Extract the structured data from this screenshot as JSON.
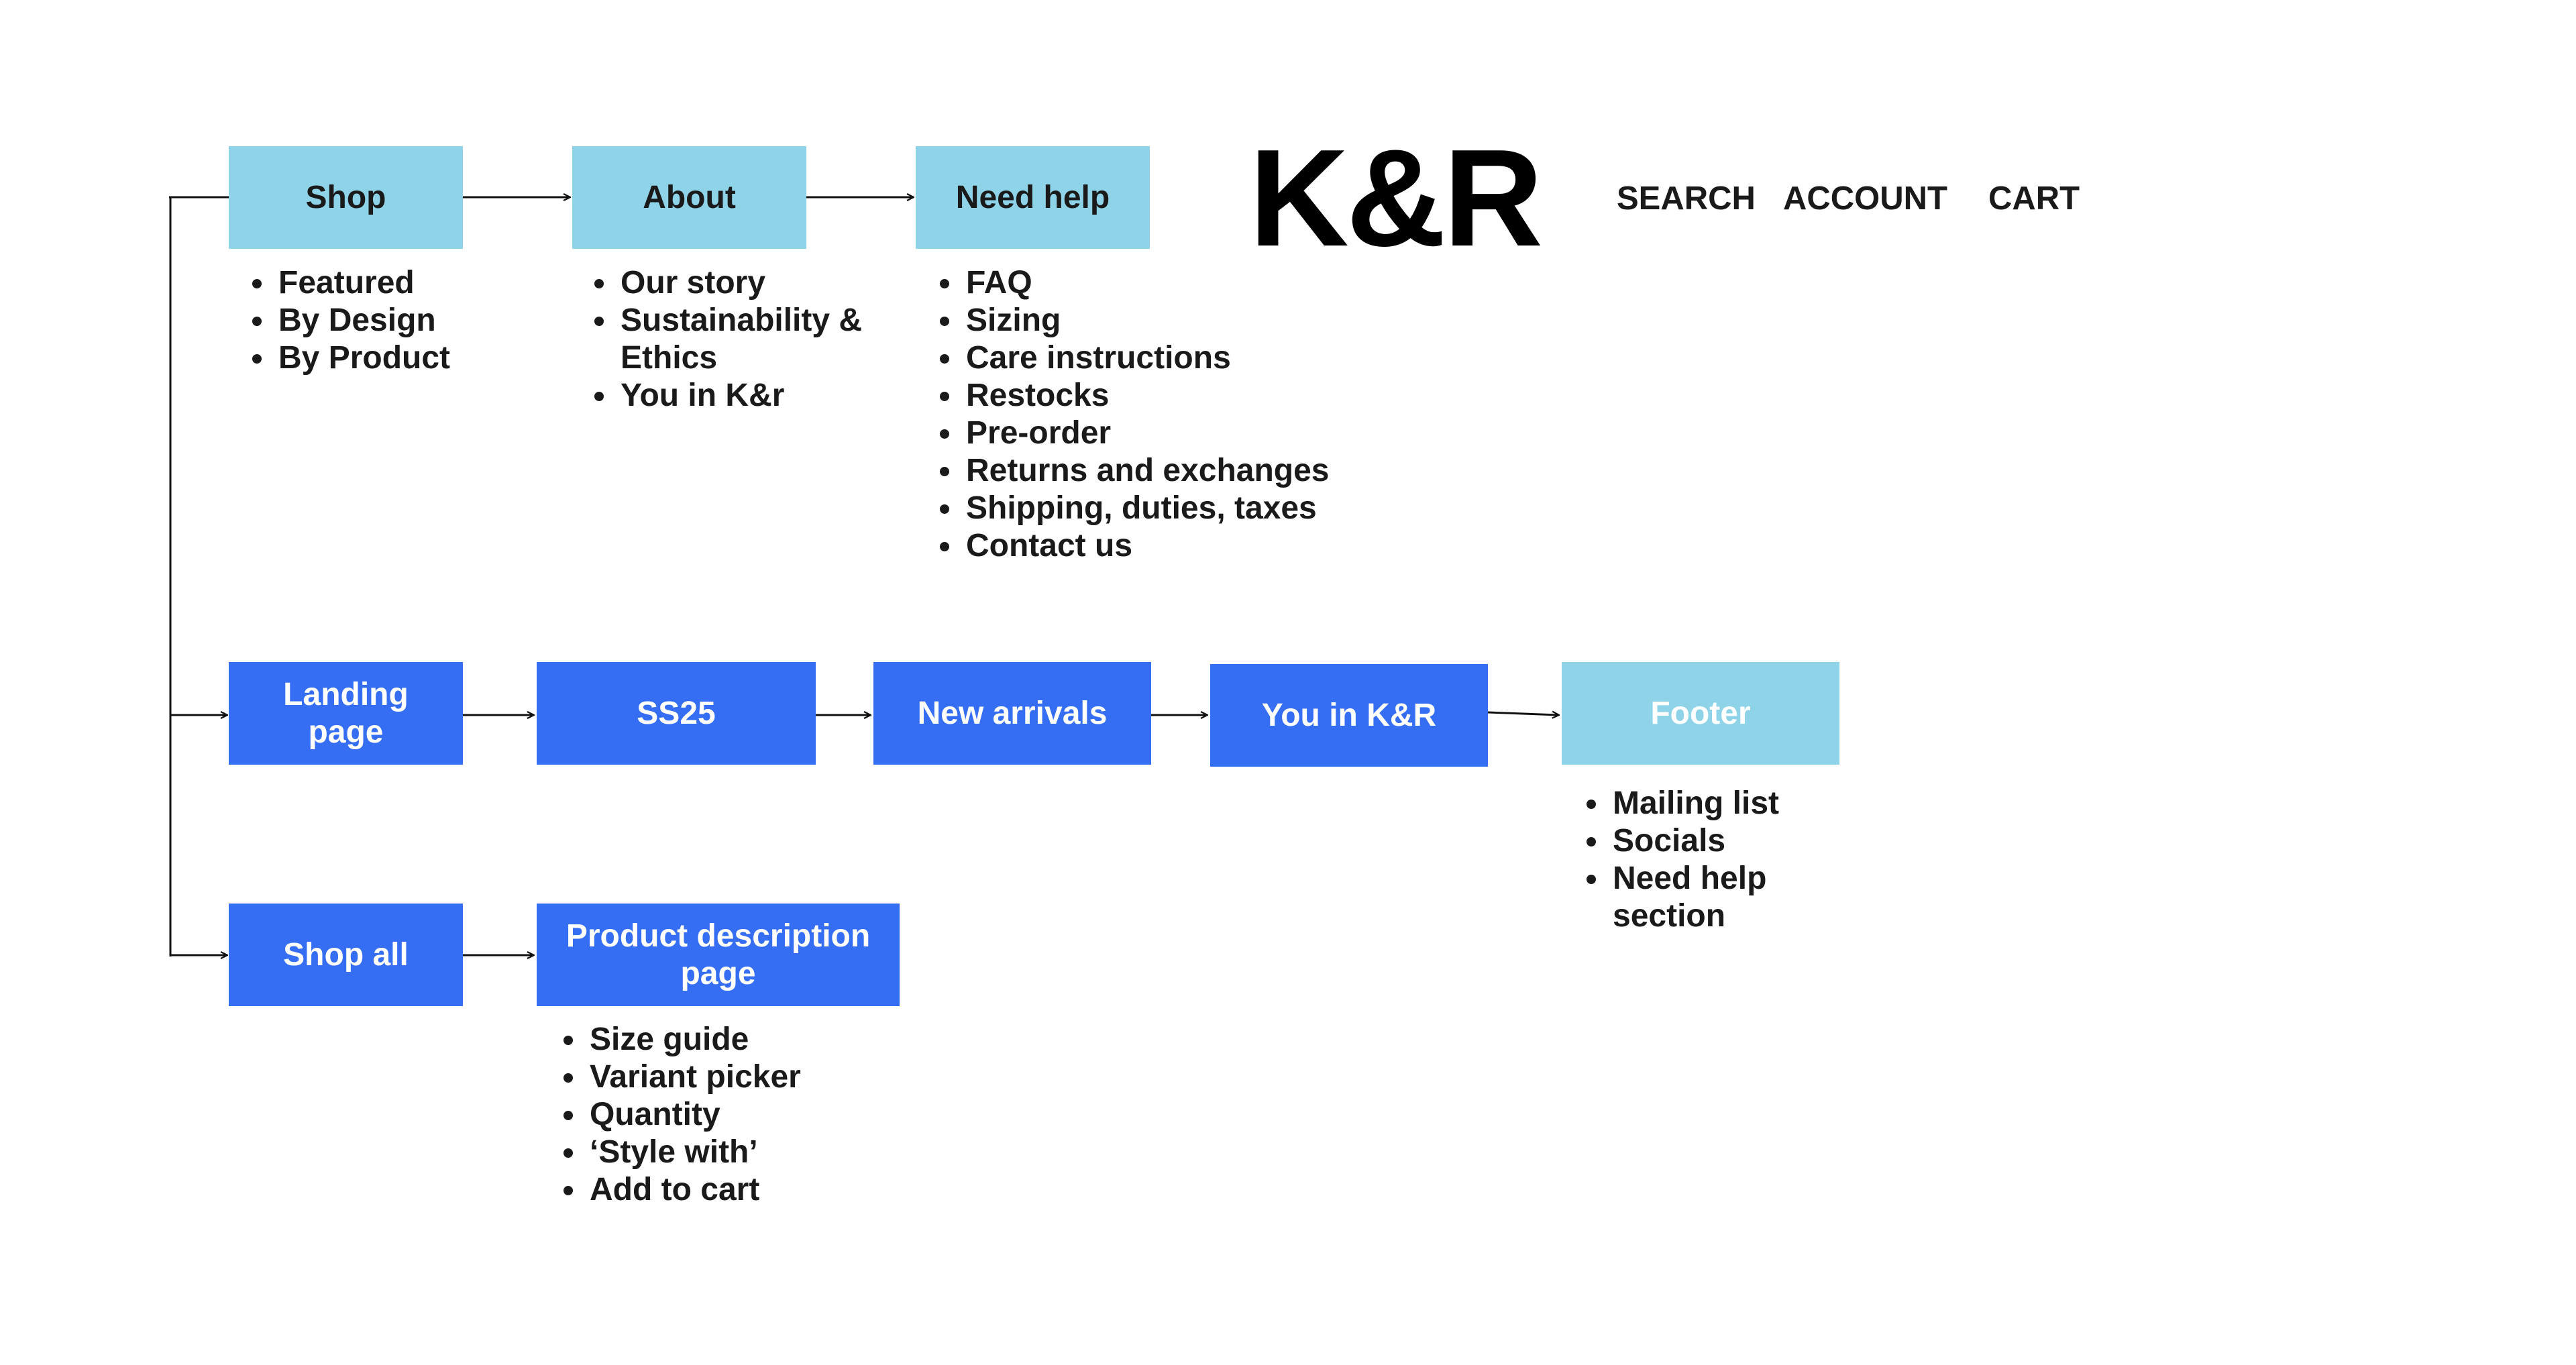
{
  "header": {
    "logo": "K&R",
    "nav": {
      "search": "SEARCH",
      "account": "ACCOUNT",
      "cart": "CART"
    }
  },
  "nodes": {
    "shop": "Shop",
    "about": "About",
    "need_help": "Need help",
    "landing_page": [
      "Landing",
      "page"
    ],
    "ss25": "SS25",
    "new_arrivals": "New arrivals",
    "you_in_kr": "You in K&R",
    "footer": "Footer",
    "shop_all": "Shop all",
    "product_description": [
      "Product description",
      "page"
    ]
  },
  "lists": {
    "shop": [
      "Featured",
      "By Design",
      "By Product"
    ],
    "about": [
      "Our story",
      "Sustainability & Ethics",
      "You in K&r"
    ],
    "need_help": [
      "FAQ",
      "Sizing",
      "Care instructions",
      "Restocks",
      "Pre-order",
      "Returns and exchanges",
      "Shipping, duties, taxes",
      "Contact us"
    ],
    "footer": [
      "Mailing list",
      "Socials",
      "Need help section"
    ],
    "product_description": [
      "Size guide",
      "Variant picker",
      "Quantity",
      "‘Style with’",
      "Add to cart"
    ]
  },
  "colors": {
    "light_box": "#8fd3e9",
    "dark_box": "#356ef3",
    "connector": "#111111"
  }
}
